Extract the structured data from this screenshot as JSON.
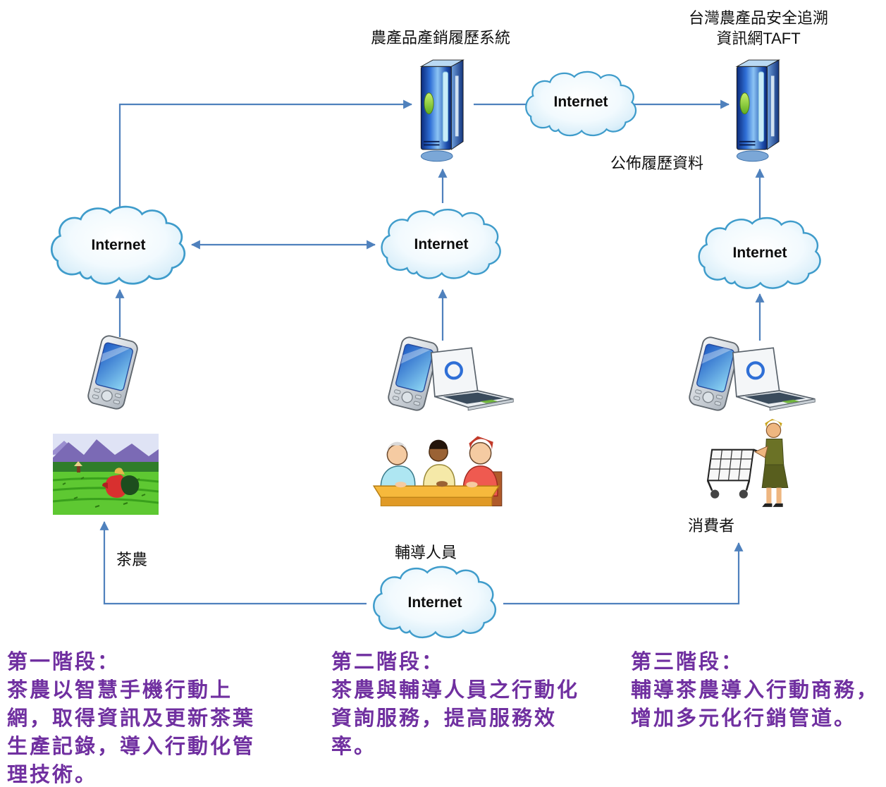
{
  "diagram": {
    "title_server1": "農產品產銷履歷系統",
    "title_server2_line1": "台灣農產品安全追溯",
    "title_server2_line2": "資訊網TAFT",
    "publish_label": "公佈履歷資料",
    "clouds": {
      "top": "Internet",
      "left": "Internet",
      "middle": "Internet",
      "right": "Internet",
      "bottom": "Internet"
    },
    "actors": {
      "tea_farmer": "茶農",
      "advisor": "輔導人員",
      "consumer": "消費者"
    },
    "stages": [
      {
        "title": "第一階段：",
        "body": "茶農以智慧手機行動上網，取得資訊及更新茶葉生產記錄，導入行動化管理技術。"
      },
      {
        "title": "第二階段：",
        "body": "茶農與輔導人員之行動化資詢服務，提高服務效率。"
      },
      {
        "title": "第三階段：",
        "body": "輔導茶農導入行動商務，增加多元化行銷管道。"
      }
    ],
    "colors": {
      "connector": "#4f81bd",
      "cloud_stroke": "#3f9ccb",
      "stage_text": "#7030a0"
    }
  }
}
